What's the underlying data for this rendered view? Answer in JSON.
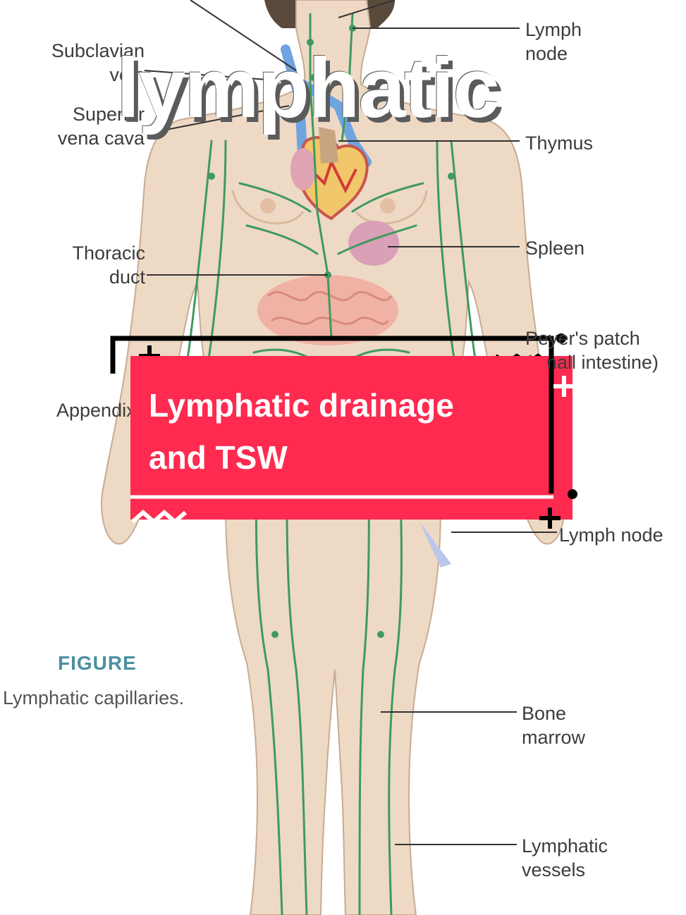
{
  "title": "lymphatic",
  "labels": {
    "subclavian_line1": "Subclavian",
    "subclavian_line2": "vein",
    "superior_line1": "Superior",
    "superior_line2": "vena cava",
    "thoracic_line1": "Thoracic",
    "thoracic_line2": "duct",
    "appendix": "Appendix",
    "lymph_node_top_line1": "Lymph",
    "lymph_node_top_line2": "node",
    "thymus": "Thymus",
    "spleen": "Spleen",
    "peyers_line1": "Peyer's patch",
    "peyers_line2": "(small intestine)",
    "lymph_node_lower": "Lymph node",
    "bone_marrow_line1": "Bone",
    "bone_marrow_line2": "marrow",
    "lymphatic_vessels_line1": "Lymphatic",
    "lymphatic_vessels_line2": "vessels"
  },
  "figure": {
    "caption": "FIGURE",
    "subcaption": "Lymphatic capillaries."
  },
  "banner": {
    "line1": "Lymphatic drainage",
    "line2": "and TSW",
    "color": "#ff2a50"
  },
  "colors": {
    "skin": "#eed9c4",
    "vessels": "#3f9a5e",
    "label_text": "#3c3c3c",
    "figure_caption": "#4d8fa1"
  }
}
